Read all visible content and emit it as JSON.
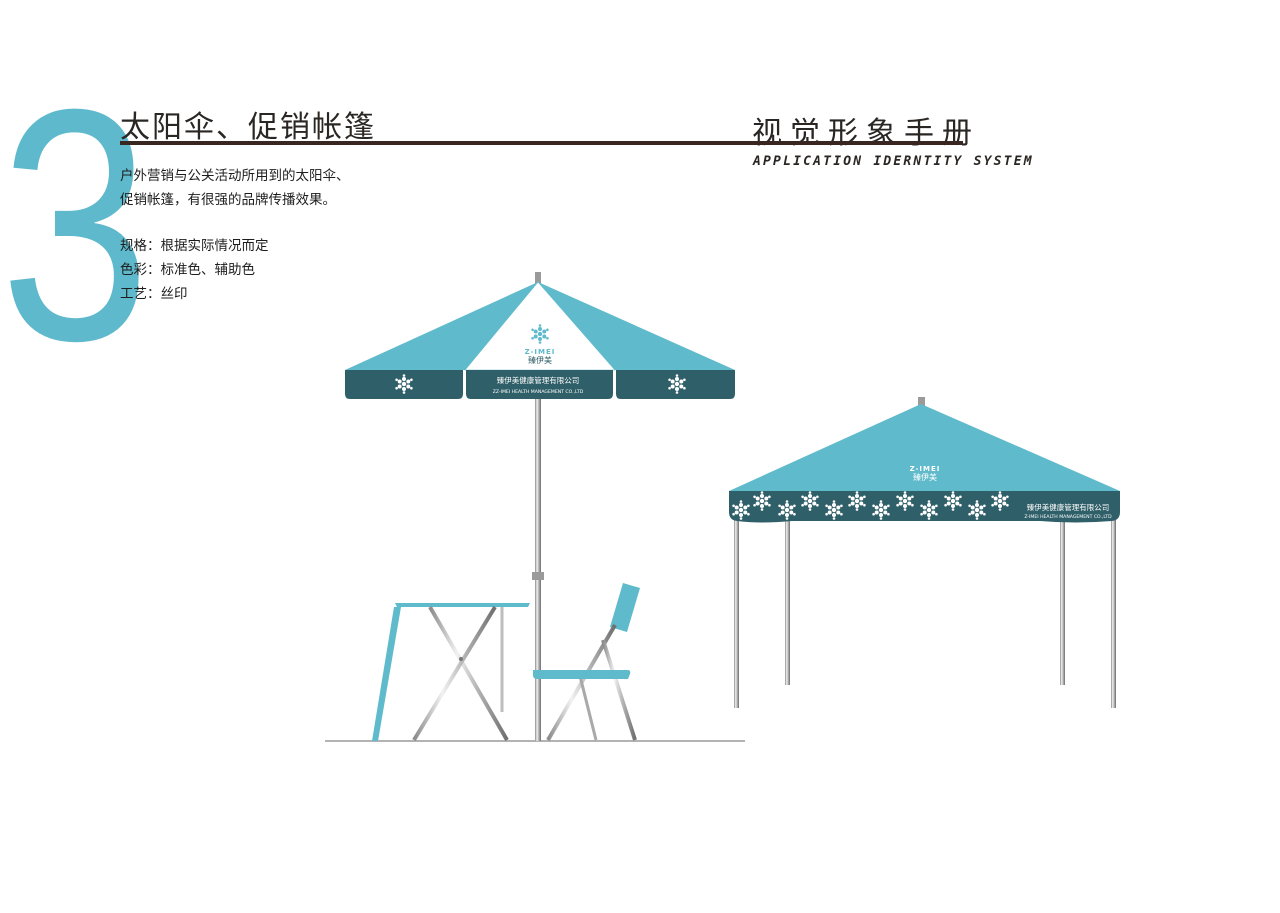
{
  "header": {
    "section_number": "3",
    "section_title": "太阳伞、促销帐篷",
    "manual_title": "视觉形象手册",
    "manual_subtitle": "APPLICATION IDERNTITY SYSTEM"
  },
  "description": {
    "line1": "户外营销与公关活动所用到的太阳伞、",
    "line2": "促销帐篷，有很强的品牌传播效果。",
    "spec": "规格：根据实际情况而定",
    "color": "色彩：标准色、辅助色",
    "craft": "工艺：丝印"
  },
  "brand": {
    "logo_en": "Z-IMEI",
    "logo_cn": "臻伊美",
    "company_cn": "臻伊美健康管理有限公司",
    "company_en": "ZZ-IMEI HEALTH MANAGEMENT CO.,LTD",
    "tent_company_cn": "臻伊美健康管理有限公司",
    "tent_company_en": "Z-IMEI HEALTH MANAGEMENT CO.,LTD"
  },
  "colors": {
    "primary_teal": "#5fbacb",
    "dark_teal": "#2f5f68",
    "brown_rule": "#3a2620"
  }
}
